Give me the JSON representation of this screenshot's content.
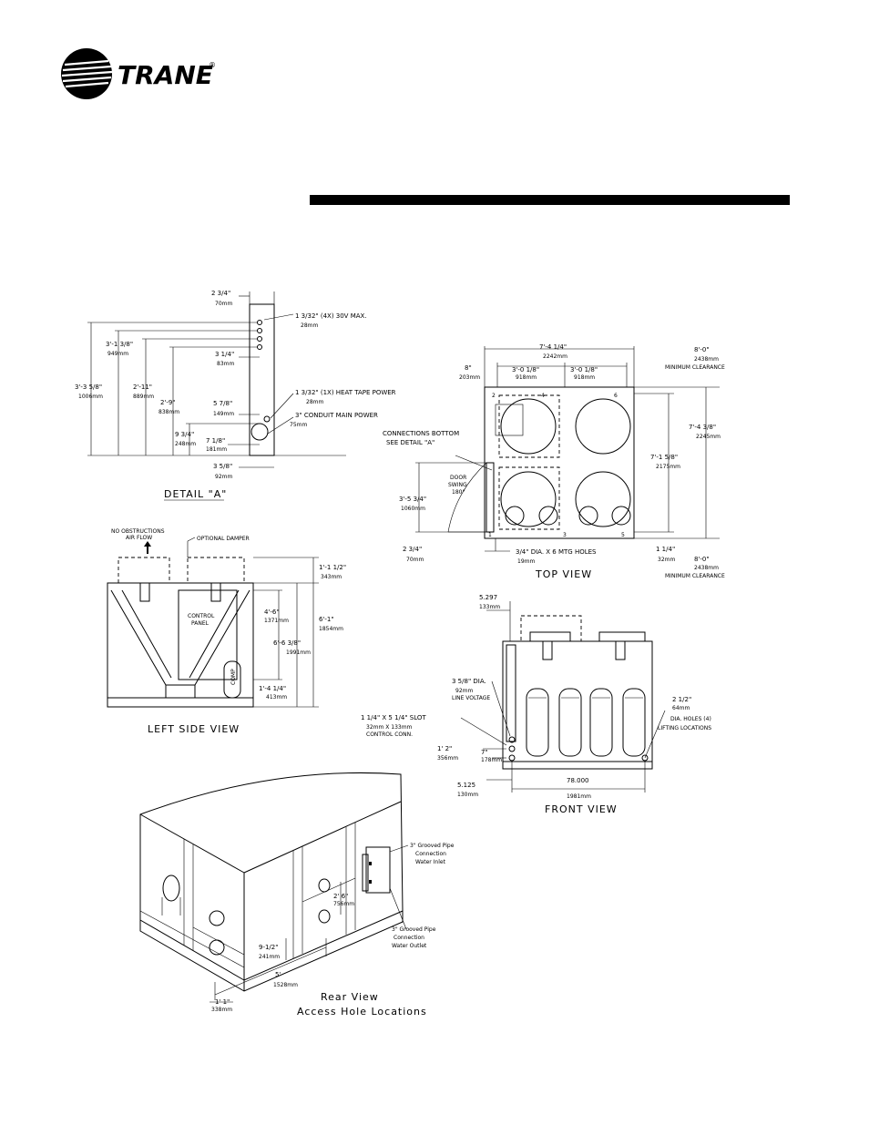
{
  "brand": {
    "name": "TRANE",
    "mark": "®"
  },
  "detail_a": {
    "title": "DETAIL \"A\"",
    "dims": [
      {
        "imp": "2 3/4\"",
        "mm": "70mm"
      },
      {
        "imp": "3'-1 3/8\"",
        "mm": "949mm"
      },
      {
        "imp": "3'-3 5/8\"",
        "mm": "1006mm"
      },
      {
        "imp": "2'-11\"",
        "mm": "889mm"
      },
      {
        "imp": "2'-9\"",
        "mm": "838mm"
      },
      {
        "imp": "9 3/4\"",
        "mm": "248mm"
      },
      {
        "imp": "7 1/8\"",
        "mm": "181mm"
      },
      {
        "imp": "5 7/8\"",
        "mm": "149mm"
      },
      {
        "imp": "3 1/4\"",
        "mm": "83mm"
      },
      {
        "imp": "3 5/8\"",
        "mm": "92mm"
      }
    ],
    "notes": [
      {
        "text": "1 3/32\" (4X) 30V MAX.",
        "mm": "28mm"
      },
      {
        "text": "1 3/32\" (1X) HEAT TAPE POWER",
        "mm": "28mm"
      },
      {
        "text": "3\" CONDUIT MAIN POWER",
        "mm": "75mm"
      }
    ]
  },
  "top_view": {
    "title": "TOP VIEW",
    "overall": {
      "imp": "7'-4 1/4\"",
      "mm": "2242mm"
    },
    "left": {
      "imp": "8\"",
      "mm": "203mm"
    },
    "fan1": {
      "imp": "3'-0 1/8\"",
      "mm": "918mm"
    },
    "fan2": {
      "imp": "3'-0 1/8\"",
      "mm": "918mm"
    },
    "clear_top": {
      "imp": "8'-0\"",
      "mm": "2438mm",
      "label": "MINIMUM CLEARANCE"
    },
    "height1": {
      "imp": "7'-4 3/8\"",
      "mm": "2245mm"
    },
    "height2": {
      "imp": "7'-1 5/8\"",
      "mm": "2175mm"
    },
    "door_dim": {
      "imp": "3'-5 3/4\"",
      "mm": "1060mm"
    },
    "bottom_left": {
      "imp": "2 3/4\"",
      "mm": "70mm"
    },
    "bottom_right": {
      "imp": "1 1/4\"",
      "mm": "32mm"
    },
    "clear_bottom": {
      "imp": "8'-0\"",
      "mm": "2438mm",
      "label": "MINIMUM CLEARANCE"
    },
    "connections": [
      "CONNECTIONS BOTTOM",
      "SEE DETAIL \"A\""
    ],
    "door": [
      "DOOR",
      "SWING",
      "180°"
    ],
    "holes": {
      "text": "3/4\" DIA. X 6 MTG HOLES",
      "mm": "19mm"
    },
    "numbers": [
      "2",
      "4",
      "6",
      "1",
      "3",
      "5"
    ]
  },
  "left_side": {
    "title": "LEFT SIDE VIEW",
    "no_obstructions": [
      "NO OBSTRUCTIONS",
      "AIR FLOW"
    ],
    "damper": "OPTIONAL DAMPER",
    "control_panel": [
      "CONTROL",
      "PANEL"
    ],
    "comp": "COMP",
    "dims": [
      {
        "imp": "1'-1 1/2\"",
        "mm": "343mm"
      },
      {
        "imp": "4'-6\"",
        "mm": "1371mm"
      },
      {
        "imp": "6'-1\"",
        "mm": "1854mm"
      },
      {
        "imp": "6'-6 3/8\"",
        "mm": "1991mm"
      },
      {
        "imp": "1'-4 1/4\"",
        "mm": "413mm"
      }
    ]
  },
  "front_view": {
    "title": "FRONT VIEW",
    "top_left": {
      "imp": "5.297",
      "mm": "133mm"
    },
    "line_voltage": {
      "imp": "3 5/8\" DIA.",
      "mm": "92mm",
      "label": "LINE VOLTAGE"
    },
    "slot": {
      "imp": "1 1/4\" X 5 1/4\" SLOT",
      "mm": "32mm X 133mm",
      "label": "CONTROL CONN."
    },
    "d1": {
      "imp": "1' 2\"",
      "mm": "356mm"
    },
    "d2": {
      "imp": "7\"",
      "mm": "178mm"
    },
    "d3": {
      "imp": "5.125",
      "mm": "130mm"
    },
    "width": {
      "imp": "78.000",
      "mm": "1981mm"
    },
    "lift": {
      "imp": "2 1/2\"",
      "mm": "64mm",
      "label": [
        "DIA. HOLES (4)",
        "LIFTING LOCATIONS"
      ]
    }
  },
  "rear_view": {
    "title": [
      "Rear View",
      "Access Hole Locations"
    ],
    "inlet": [
      "3\" Grooved Pipe",
      "Connection",
      "Water Inlet"
    ],
    "outlet": [
      "3\" Grooved Pipe",
      "Connection",
      "Water Outlet"
    ],
    "dims": [
      {
        "imp": "2' 6\"",
        "mm": "756mm"
      },
      {
        "imp": "9-1/2\"",
        "mm": "241mm"
      },
      {
        "imp": "5'",
        "mm": "1528mm"
      },
      {
        "imp": "1' 1\"",
        "mm": "338mm"
      }
    ]
  }
}
